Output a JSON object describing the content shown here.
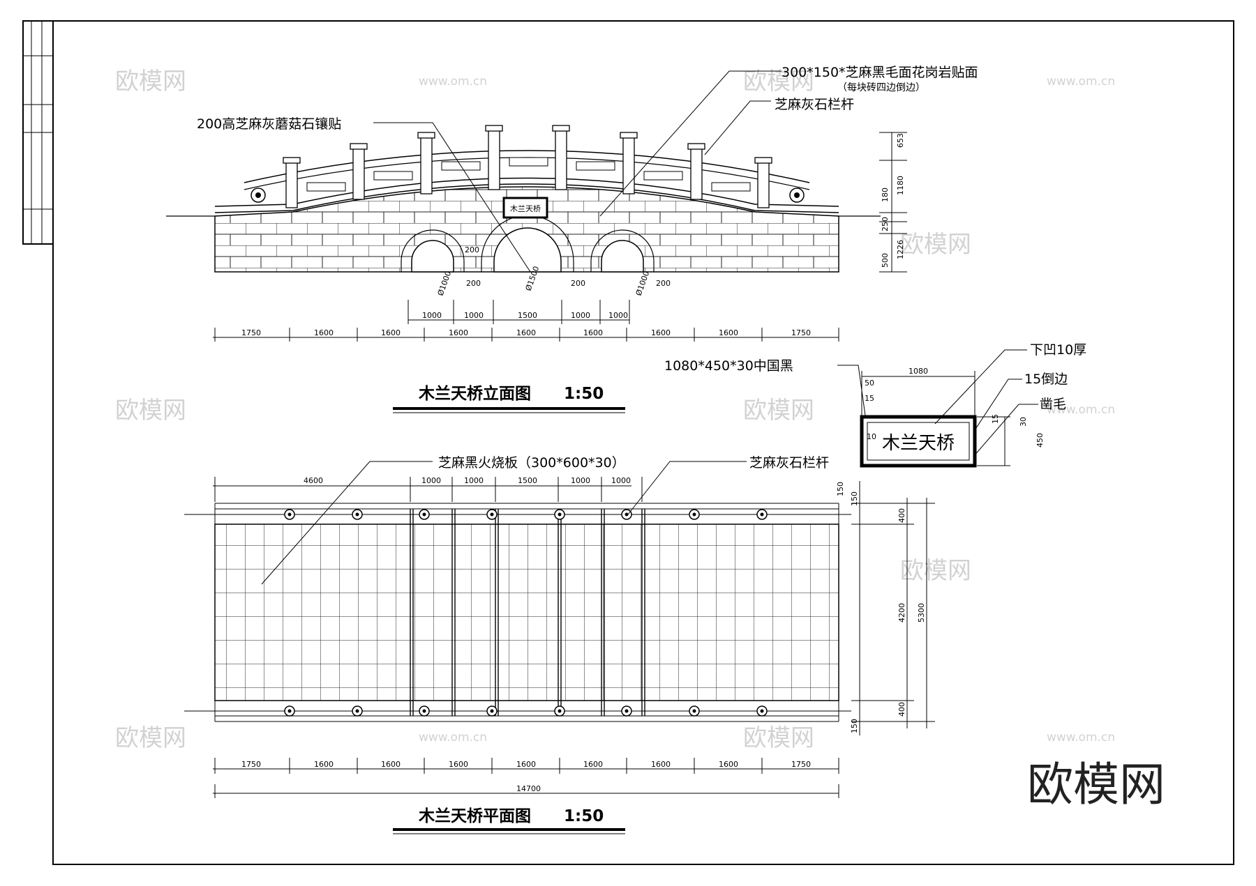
{
  "elevation": {
    "title": "木兰天桥立面图",
    "scale": "1:50",
    "plaque_text": "木兰天桥",
    "labels": {
      "granite_facing": "300*150*芝麻黑毛面花岗岩贴面",
      "granite_note": "（每块砖四边倒边）",
      "railing": "芝麻灰石栏杆",
      "mushroom_stone": "200高芝麻灰蘑菇石镶贴"
    },
    "vertical_dims": [
      "653",
      "1180",
      "180",
      "250",
      "1226",
      "500"
    ],
    "arch_dims": [
      "Ø1000",
      "Ø1500",
      "Ø1000",
      "200",
      "200",
      "200",
      "200"
    ],
    "dim_row_upper": [
      "1000",
      "1000",
      "1500",
      "1000",
      "1000"
    ],
    "dim_row_lower": [
      "1750",
      "1600",
      "1600",
      "1600",
      "1600",
      "1600",
      "1600",
      "1600",
      "1750"
    ]
  },
  "plaque_detail": {
    "text": "木兰天桥",
    "labels": {
      "stone": "1080*450*30中国黑",
      "recess": "下凹10厚",
      "chamfer": "15倒边",
      "chiseled": "凿毛"
    },
    "dims": [
      "1080",
      "50",
      "15",
      "10",
      "15",
      "30",
      "450"
    ]
  },
  "plan": {
    "title": "木兰天桥平面图",
    "scale": "1:50",
    "labels": {
      "flamed_board": "芝麻黑火烧板（300*600*30）",
      "railing": "芝麻灰石栏杆"
    },
    "dim_row_top": [
      "4600",
      "1000",
      "1000",
      "1500",
      "1000",
      "1000"
    ],
    "dim_row_bottom": [
      "1750",
      "1600",
      "1600",
      "1600",
      "1600",
      "1600",
      "1600",
      "1600",
      "1750"
    ],
    "total": "14700",
    "right_dims": [
      "150",
      "150",
      "400",
      "4200",
      "5300",
      "400",
      "150"
    ]
  },
  "watermark": {
    "text": "欧模网",
    "url": "www.om.cn"
  }
}
